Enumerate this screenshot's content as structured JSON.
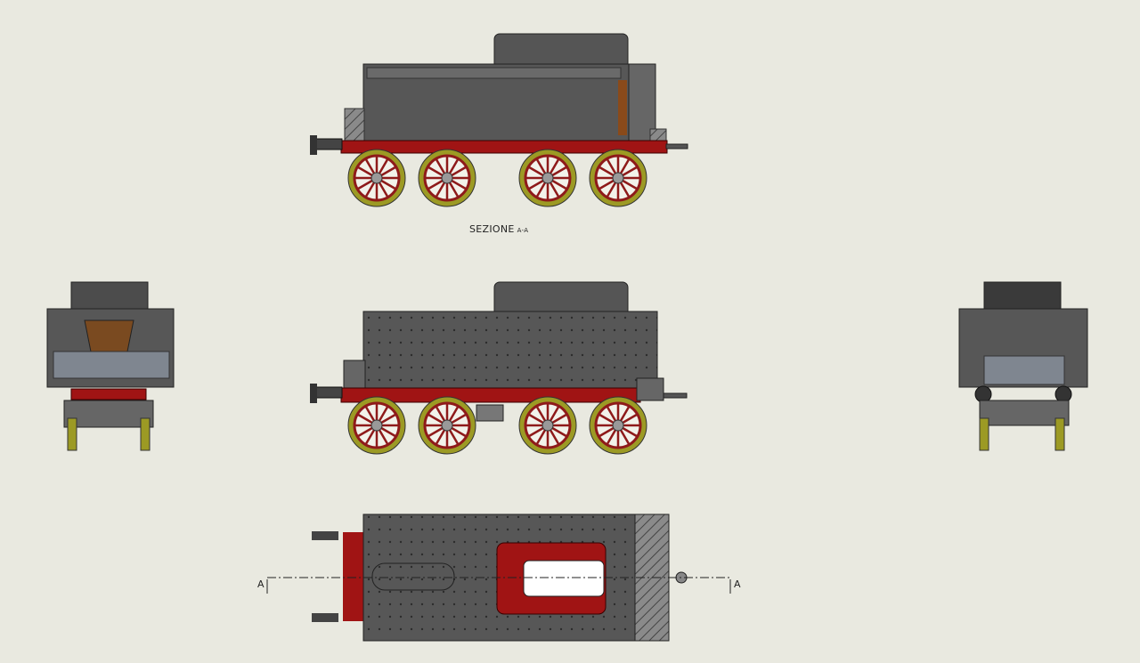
{
  "section_label": {
    "title": "SEZIONE",
    "suffix": "A-A"
  },
  "cut_markers": {
    "left": "A",
    "right": "A"
  },
  "colors": {
    "background": "#e9e9e0",
    "body": "#575757",
    "frame": "#a01414",
    "wheel_rim": "#9c9a24",
    "wheel_spokes": "#8e1a1a",
    "wood": "#7a4a20"
  },
  "views": [
    "section-side-view",
    "side-view",
    "front-view",
    "rear-view",
    "top-view"
  ]
}
